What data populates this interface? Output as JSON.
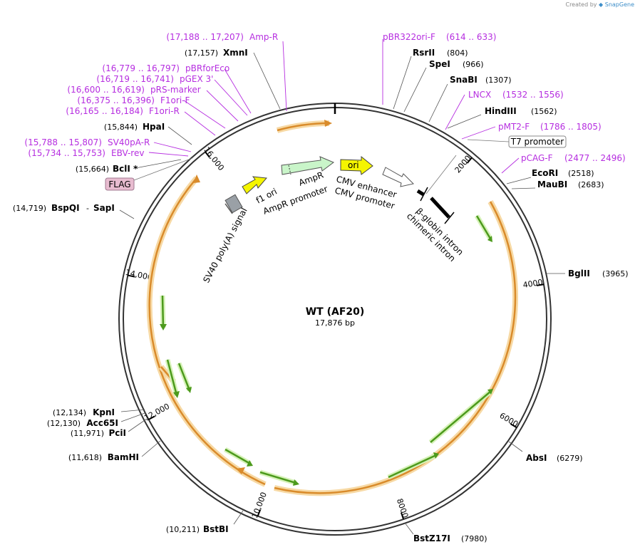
{
  "credit": {
    "prefix": "Created by",
    "brand": "SnapGene"
  },
  "plasmid": {
    "name": "WT (AF20)",
    "length": "17,876 bp"
  },
  "ticks": [
    "2000",
    "4000",
    "6000",
    "8000",
    "10,000",
    "12,000",
    "14,000",
    "16,000"
  ],
  "sites": {
    "rsrII": {
      "name": "RsrII",
      "pos": "(804)"
    },
    "spei": {
      "name": "SpeI",
      "pos": "(966)"
    },
    "snabi": {
      "name": "SnaBI",
      "pos": "(1307)"
    },
    "hindiii": {
      "name": "HindIII",
      "pos": "(1562)"
    },
    "ecori": {
      "name": "EcoRI",
      "pos": "(2518)"
    },
    "maubi": {
      "name": "MauBI",
      "pos": "(2683)"
    },
    "bglii": {
      "name": "BglII",
      "pos": "(3965)"
    },
    "absi": {
      "name": "AbsI",
      "pos": "(6279)"
    },
    "bstz17i": {
      "name": "BstZ17I",
      "pos": "(7980)"
    },
    "bstbi": {
      "name": "BstBI",
      "pos": "(10,211)"
    },
    "bamhi": {
      "name": "BamHI",
      "pos": "(11,618)"
    },
    "pcii": {
      "name": "PciI",
      "pos": "(11,971)"
    },
    "acc65i": {
      "name": "Acc65I",
      "pos": "(12,130)"
    },
    "kpni": {
      "name": "KpnI",
      "pos": "(12,134)"
    },
    "bspqi": {
      "name": "BspQI",
      "pos": "(14,719)",
      "extra": "SapI"
    },
    "bcli": {
      "name": "BclI *",
      "pos": "(15,664)"
    },
    "hpai": {
      "name": "HpaI",
      "pos": "(15,844)"
    },
    "xmni": {
      "name": "XmnI",
      "pos": "(17,157)"
    }
  },
  "primers": {
    "pbr322": {
      "name": "pBR322ori-F",
      "pos": "(614 .. 633)"
    },
    "lncx": {
      "name": "LNCX",
      "pos": "(1532 .. 1556)"
    },
    "pmt2": {
      "name": "pMT2-F",
      "pos": "(1786 .. 1805)"
    },
    "pcag": {
      "name": "pCAG-F",
      "pos": "(2477 .. 2496)"
    },
    "ampr": {
      "name": "Amp-R",
      "pos": "(17,188 .. 17,207)"
    },
    "pbrforeco": {
      "name": "pBRforEco",
      "pos": "(16,779 .. 16,797)"
    },
    "pgex3": {
      "name": "pGEX 3'",
      "pos": "(16,719 .. 16,741)"
    },
    "prsmarker": {
      "name": "pRS-marker",
      "pos": "(16,600 .. 16,619)"
    },
    "f1orif": {
      "name": "F1ori-F",
      "pos": "(16,375 .. 16,396)"
    },
    "f1orir": {
      "name": "F1ori-R",
      "pos": "(16,165 .. 16,184)"
    },
    "sv40pa": {
      "name": "SV40pA-R",
      "pos": "(15,788 .. 15,807)"
    },
    "ebvrev": {
      "name": "EBV-rev",
      "pos": "(15,734 .. 15,753)"
    }
  },
  "features": {
    "t7": "T7 promoter",
    "flag": "FLAG",
    "ori": "ori",
    "ampr": "AmpR",
    "amprPromoter": "AmpR promoter",
    "f1ori": "f1 ori",
    "cmvEnhancer": "CMV enhancer",
    "cmvPromoter": "CMV promoter",
    "betaGlobin": "β-globin intron",
    "chimeric": "chimeric intron",
    "sv40": "SV40 poly(A) signal"
  },
  "colors": {
    "primer": "#b62ee0",
    "orf": "#d98b2b",
    "orfHalo": "#f7d9a4",
    "green": "#4c9a1c",
    "greenHalo": "#d6f2b8",
    "yellow": "#f5f500",
    "ampr": "#c9f5c9"
  }
}
